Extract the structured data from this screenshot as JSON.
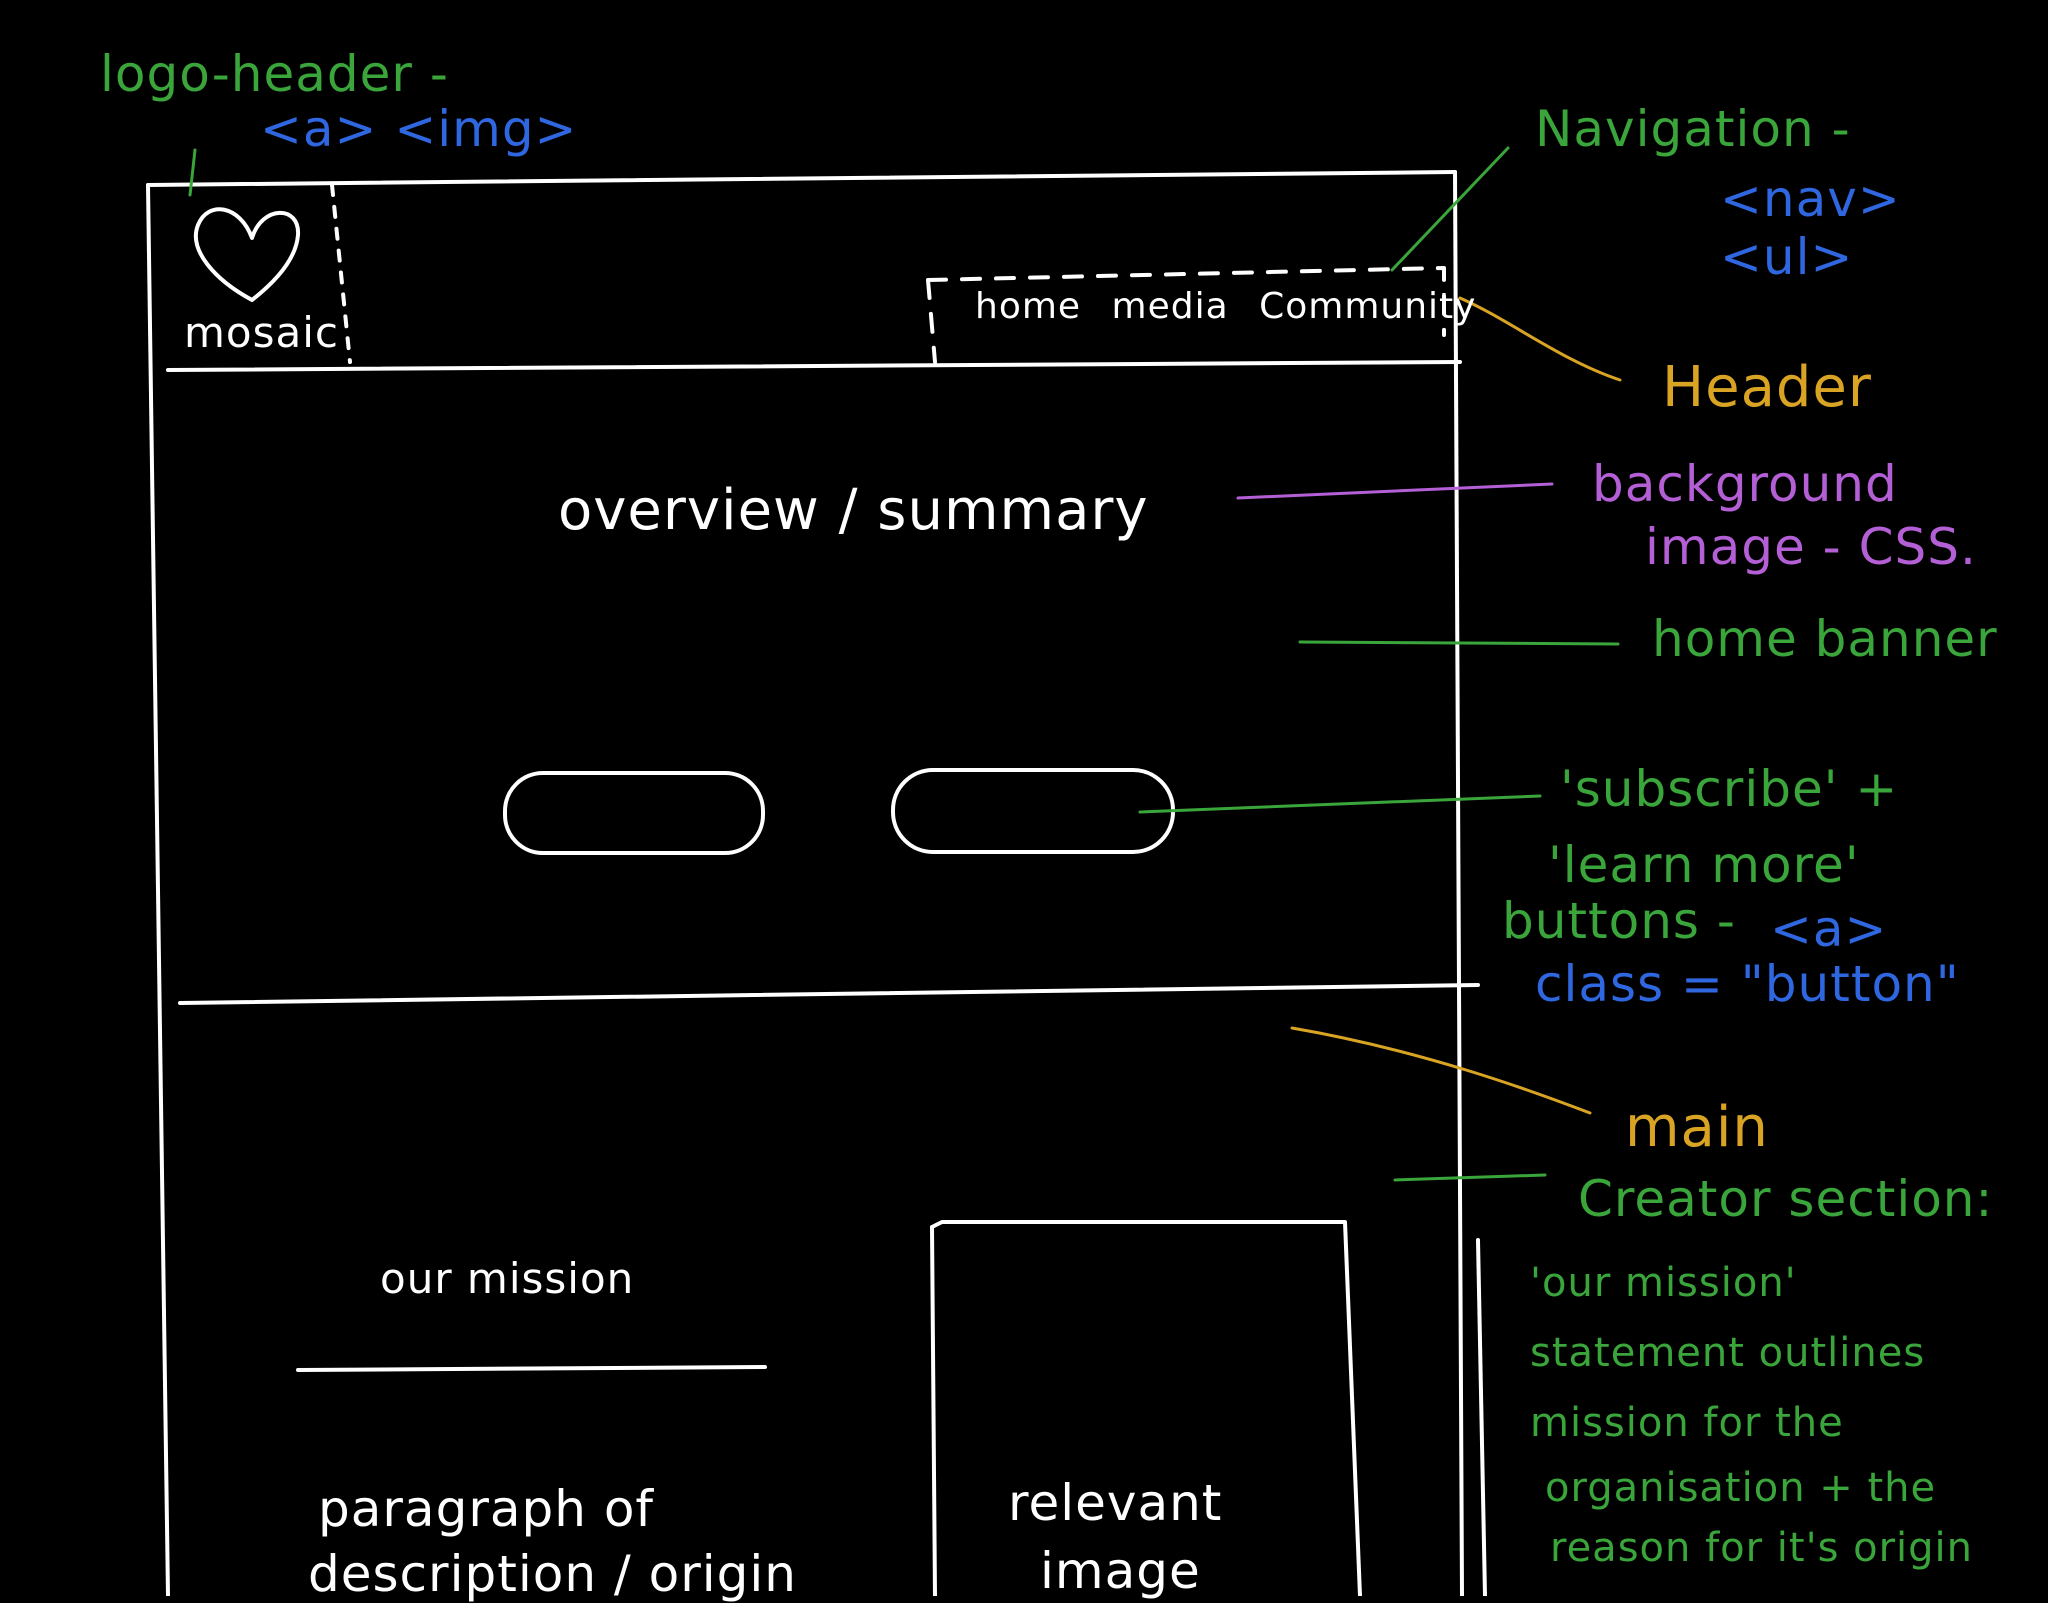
{
  "colors": {
    "background": "#000000",
    "sketch": "#ffffff",
    "annotation_green": "#3aa53a",
    "annotation_blue": "#2f67e0",
    "annotation_gold": "#d9a423",
    "annotation_purple": "#b45fd6"
  },
  "wireframe": {
    "logo_icon": "heart-icon",
    "logo_text": "mosaic",
    "nav_items": [
      "home",
      "media",
      "Community"
    ],
    "banner_text": "overview / summary",
    "mission_title": "our mission",
    "paragraph_line1": "paragraph of",
    "paragraph_line2": "description / origin",
    "image_line1": "relevant",
    "image_line2": "image"
  },
  "annotations": {
    "logo_header": "logo-header -",
    "logo_tags": "<a> <img>",
    "navigation": "Navigation -",
    "nav_tag": "<nav>",
    "ul_tag": "<ul>",
    "header": "Header",
    "bg_line1": "background",
    "bg_line2": "image - CSS.",
    "home_banner": "home banner",
    "subscribe_line1": "'subscribe' +",
    "subscribe_line2": "'learn more'",
    "buttons_label": "buttons -",
    "buttons_tag": "<a>",
    "buttons_class": "class = \"button\"",
    "main": "main",
    "creator_section": "Creator section:",
    "creator_line1": "'our mission'",
    "creator_line2": "statement outlines",
    "creator_line3": "mission for the",
    "creator_line4": "organisation + the",
    "creator_line5": "reason for it's origin"
  }
}
